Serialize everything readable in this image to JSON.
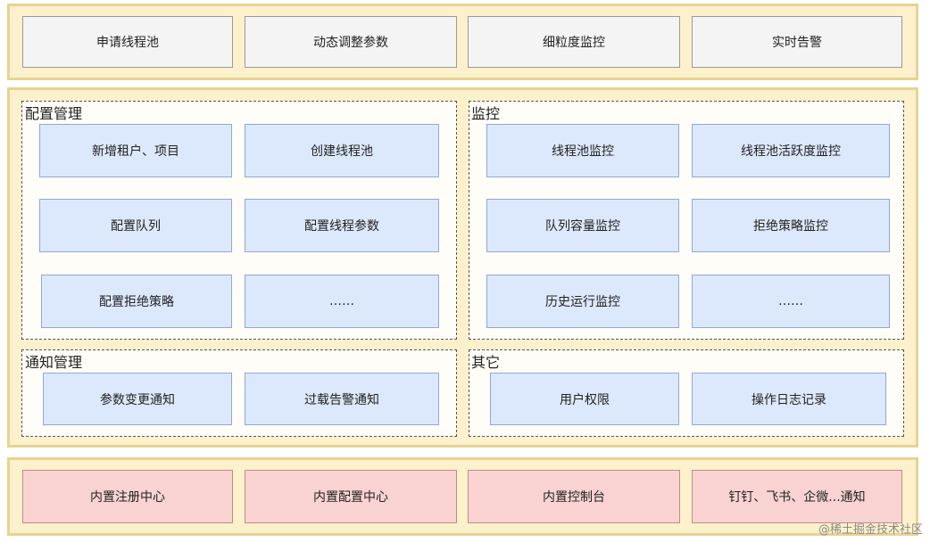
{
  "top_band": {
    "items": [
      "申请线程池",
      "动态调整参数",
      "细粒度监控",
      "实时告警"
    ]
  },
  "config_section": {
    "title": "配置管理",
    "items": [
      "新增租户、项目",
      "创建线程池",
      "配置队列",
      "配置线程参数",
      "配置拒绝策略",
      "……"
    ]
  },
  "monitor_section": {
    "title": "监控",
    "items": [
      "线程池监控",
      "线程池活跃度监控",
      "队列容量监控",
      "拒绝策略监控",
      "历史运行监控",
      "……"
    ]
  },
  "notify_section": {
    "title": "通知管理",
    "items": [
      "参数变更通知",
      "过载告警通知"
    ]
  },
  "other_section": {
    "title": "其它",
    "items": [
      "用户权限",
      "操作日志记录"
    ]
  },
  "bottom_band": {
    "items": [
      "内置注册中心",
      "内置配置中心",
      "内置控制台",
      "钉钉、飞书、企微...通知"
    ]
  },
  "watermark": "@稀土掘金技术社区",
  "colors": {
    "band_fill": "#fdf1cc",
    "band_border": "#e6d394",
    "gray_box": "#f4f4f4",
    "blue_box": "#dce8fb",
    "pink_box": "#f8d3d2"
  }
}
